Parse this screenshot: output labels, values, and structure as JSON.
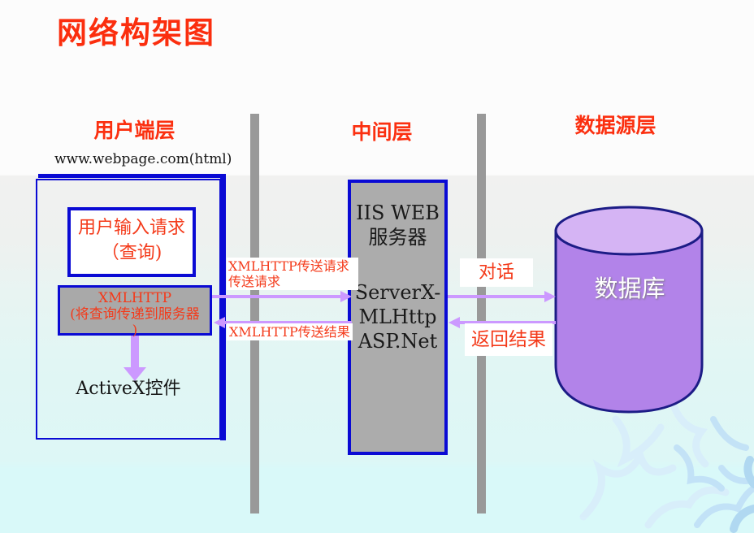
{
  "slide": {
    "title": "网络构架图",
    "colors": {
      "accent_red": "#fb2e0e",
      "border_blue": "#0a0ad4",
      "separator_gray": "#999999",
      "box_gray": "#acacac",
      "arrow_purple": "#cc99ff",
      "cylinder_body": "#b283e9",
      "cylinder_top": "#d5b4f4",
      "cylinder_outline": "#1c1c86",
      "background_bottom": "#d9f9f9"
    }
  },
  "tiers": {
    "client": {
      "header": "用户端层",
      "url": "www.webpage.com(html)",
      "input_box": {
        "line1": "用户输入请求",
        "line2": "（查询)"
      },
      "xmlhttp_box": {
        "line1": "XMLHTTP",
        "line2": "(将查询传递到服务器",
        "line3": ")"
      },
      "activex": "ActiveX控件"
    },
    "middle": {
      "header": "中间层",
      "server_box": {
        "line1": "IIS WEB",
        "line2": "服务器",
        "line3": "ServerX-",
        "line4": "MLHttp",
        "line5": "ASP.Net"
      }
    },
    "data": {
      "header": "数据源层",
      "database": "数据库"
    }
  },
  "flow_labels": {
    "request": "XMLHTTP传送请求传送请求",
    "result": "XMLHTTP传送结果",
    "dialog": "对话",
    "return": "返回结果"
  }
}
